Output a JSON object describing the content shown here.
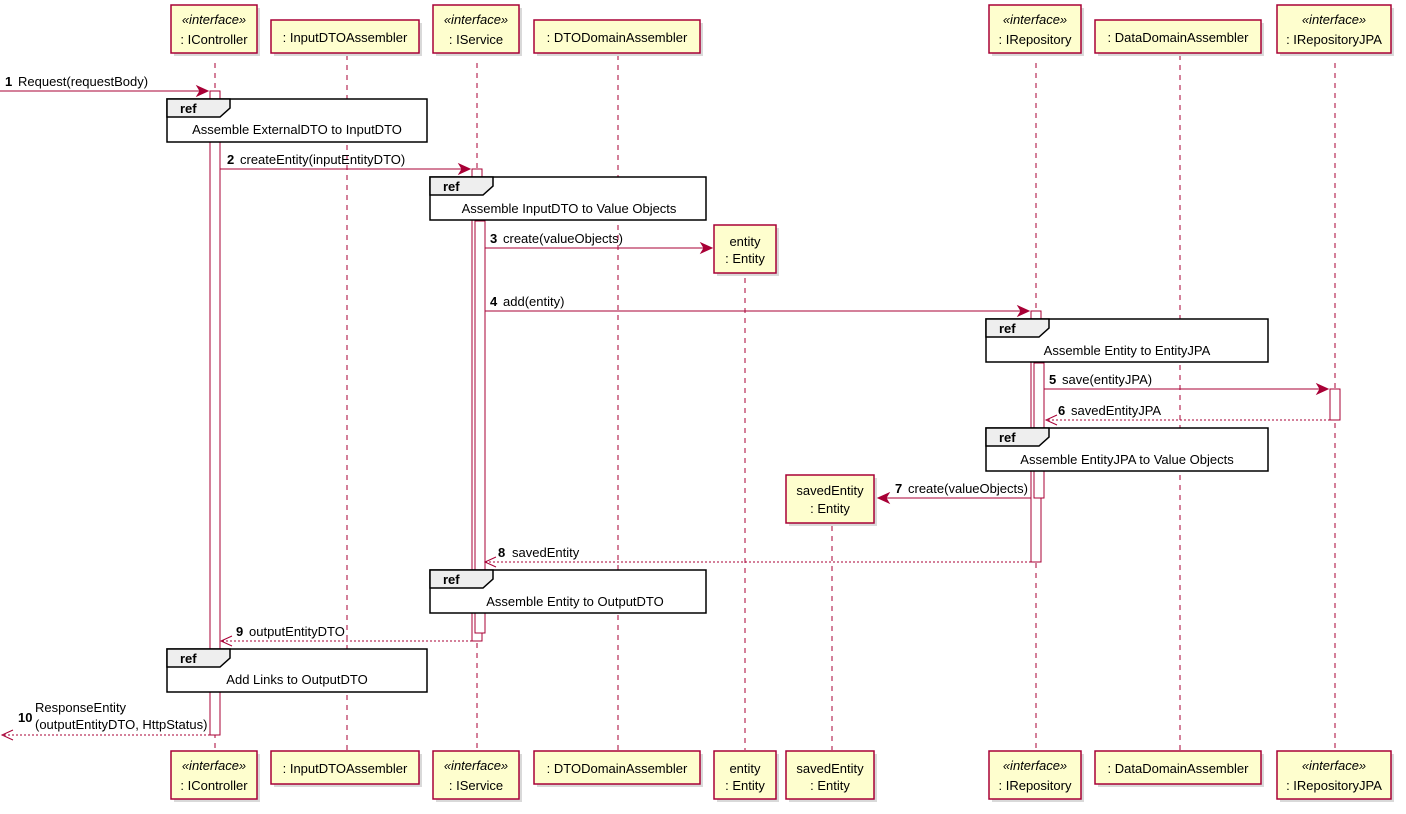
{
  "participants": [
    {
      "id": "controller",
      "stereotype": "«interface»",
      "name": ": IController"
    },
    {
      "id": "inputAssembler",
      "stereotype": "",
      "name": ": InputDTOAssembler"
    },
    {
      "id": "service",
      "stereotype": "«interface»",
      "name": ": IService"
    },
    {
      "id": "dtoDomainAssembler",
      "stereotype": "",
      "name": ": DTODomainAssembler"
    },
    {
      "id": "entity",
      "stereotype": "",
      "name": "entity",
      "name2": ": Entity"
    },
    {
      "id": "savedEntity",
      "stereotype": "",
      "name": "savedEntity",
      "name2": ": Entity"
    },
    {
      "id": "repository",
      "stereotype": "«interface»",
      "name": ": IRepository"
    },
    {
      "id": "dataDomainAssembler",
      "stereotype": "",
      "name": ": DataDomainAssembler"
    },
    {
      "id": "repositoryJPA",
      "stereotype": "«interface»",
      "name": ": IRepositoryJPA"
    }
  ],
  "messages": [
    {
      "num": "1",
      "label": "Request(requestBody)",
      "from": "external",
      "to": "controller",
      "type": "sync"
    },
    {
      "num": "2",
      "label": "createEntity(inputEntityDTO)",
      "from": "controller",
      "to": "service",
      "type": "sync"
    },
    {
      "num": "3",
      "label": "create(valueObjects)",
      "from": "service",
      "to": "entity",
      "type": "create"
    },
    {
      "num": "4",
      "label": "add(entity)",
      "from": "service",
      "to": "repository",
      "type": "sync"
    },
    {
      "num": "5",
      "label": "save(entityJPA)",
      "from": "repository",
      "to": "repositoryJPA",
      "type": "sync"
    },
    {
      "num": "6",
      "label": "savedEntityJPA",
      "from": "repositoryJPA",
      "to": "repository",
      "type": "return"
    },
    {
      "num": "7",
      "label": "create(valueObjects)",
      "from": "repository",
      "to": "savedEntity",
      "type": "create"
    },
    {
      "num": "8",
      "label": "savedEntity",
      "from": "repository",
      "to": "service",
      "type": "return"
    },
    {
      "num": "9",
      "label": "outputEntityDTO",
      "from": "service",
      "to": "controller",
      "type": "return"
    },
    {
      "num": "10",
      "label": "ResponseEntity",
      "label2": "(outputEntityDTO, HttpStatus)",
      "from": "controller",
      "to": "external",
      "type": "return"
    }
  ],
  "refs": [
    {
      "tag": "ref",
      "text": "Assemble ExternalDTO to InputDTO"
    },
    {
      "tag": "ref",
      "text": "Assemble InputDTO to Value Objects"
    },
    {
      "tag": "ref",
      "text": "Assemble Entity to EntityJPA"
    },
    {
      "tag": "ref",
      "text": "Assemble EntityJPA to Value Objects"
    },
    {
      "tag": "ref",
      "text": "Assemble Entity to OutputDTO"
    },
    {
      "tag": "ref",
      "text": "Add Links to OutputDTO"
    }
  ],
  "colors": {
    "line": "#A80036",
    "participant_fill": "#FEFECE",
    "ref_tab": "#EEEEEE"
  }
}
